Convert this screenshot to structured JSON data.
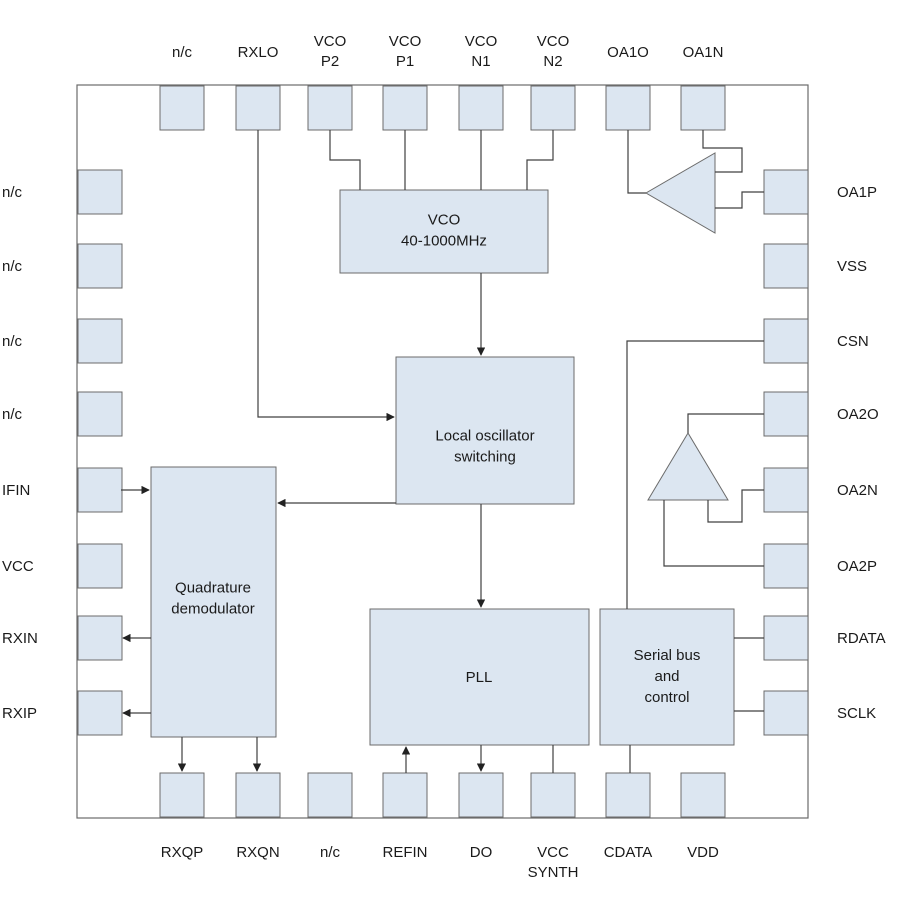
{
  "pins": {
    "top": [
      "n/c",
      "RXLO",
      "VCO\nP2",
      "VCO\nP1",
      "VCO\nN1",
      "VCO\nN2",
      "OA1O",
      "OA1N"
    ],
    "left": [
      "n/c",
      "n/c",
      "n/c",
      "n/c",
      "IFIN",
      "VCC",
      "RXIN",
      "RXIP"
    ],
    "right": [
      "OA1P",
      "VSS",
      "CSN",
      "OA2O",
      "OA2N",
      "OA2P",
      "RDATA",
      "SCLK"
    ],
    "bottom": [
      "RXQP",
      "RXQN",
      "n/c",
      "REFIN",
      "DO",
      "VCC\nSYNTH",
      "CDATA",
      "VDD"
    ]
  },
  "blocks": {
    "vco": [
      "VCO",
      "40-1000MHz"
    ],
    "lo_switch": [
      "Local oscillator",
      "switching"
    ],
    "quad_demod": [
      "Quadrature",
      "demodulator"
    ],
    "pll": [
      "PLL"
    ],
    "serial_bus": [
      "Serial bus",
      "and",
      "control"
    ]
  },
  "colors": {
    "fill": "#dce6f1",
    "stroke": "#6b6b6b",
    "wire": "#404040"
  }
}
